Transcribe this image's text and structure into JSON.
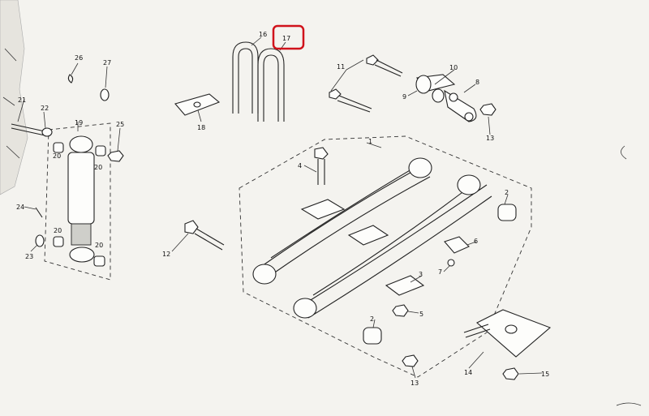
{
  "diagram": {
    "highlight_color": "#d0121b",
    "labels": {
      "p1": "1",
      "p2a": "2",
      "p2b": "2",
      "p3": "3",
      "p4": "4",
      "p5": "5",
      "p6": "6",
      "p7": "7",
      "p8": "8",
      "p9": "9",
      "p10": "10",
      "p11": "11",
      "p12": "12",
      "p13a": "13",
      "p13b": "13",
      "p14": "14",
      "p15": "15",
      "p16": "16",
      "p17": "17",
      "p18": "18",
      "p19": "19",
      "p20a": "20",
      "p20b": "20",
      "p20c": "20",
      "p20d": "20",
      "p21": "21",
      "p22": "22",
      "p23": "23",
      "p24": "24",
      "p25": "25",
      "p26": "26",
      "p27": "27"
    }
  }
}
